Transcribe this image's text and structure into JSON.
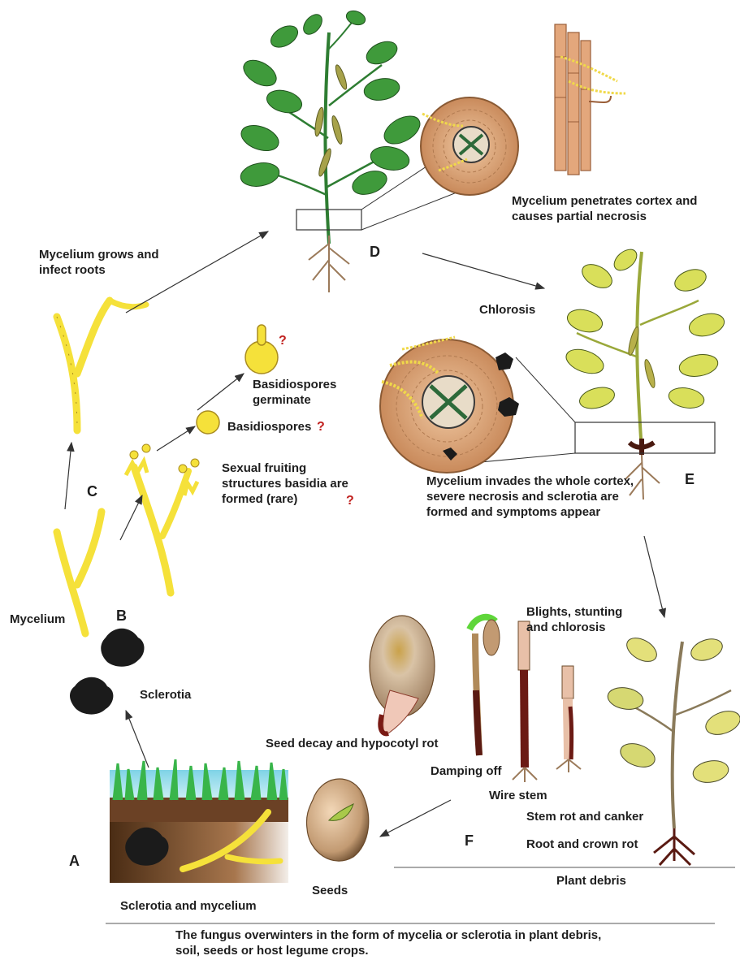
{
  "labels": {
    "mycelium_penetrates": "Mycelium penetrates cortex and causes partial necrosis",
    "mycelium_grows": "Mycelium grows and infect roots",
    "chlorosis": "Chlorosis",
    "basidiospores_germinate": "Basidiospores germinate",
    "basidiospores": "Basidiospores",
    "sexual_fruiting": "Sexual fruiting structures basidia are formed (rare)",
    "mycelium_invades": "Mycelium invades the whole cortex, severe necrosis and sclerotia are formed and symptoms appear",
    "blights": "Blights, stunting and chlorosis",
    "mycelium": "Mycelium",
    "sclerotia": "Sclerotia",
    "seed_decay": "Seed decay and hypocotyl rot",
    "damping_off": "Damping off",
    "wire_stem": "Wire stem",
    "stem_rot": "Stem rot and canker",
    "root_crown_rot": "Root and crown rot",
    "plant_debris": "Plant debris",
    "seeds": "Seeds",
    "sclerotia_mycelium": "Sclerotia and mycelium",
    "caption": "The fungus overwinters in the form of mycelia or sclerotia in plant debris, soil, seeds or host legume crops.",
    "question_mark": "?"
  },
  "stage_letters": {
    "a": "A",
    "b": "B",
    "c": "C",
    "d": "D",
    "e": "E",
    "f": "F"
  },
  "colors": {
    "leaf_green": "#3f9a3b",
    "leaf_chlorotic": "#d9df5a",
    "hyphae_yellow": "#f5e13a",
    "cortex_tan": "#d9a57a",
    "sclerotia_black": "#1b1b1b",
    "soil_brown": "#7a4a24",
    "grass_green": "#39b54a",
    "question_red": "#c0201e"
  }
}
